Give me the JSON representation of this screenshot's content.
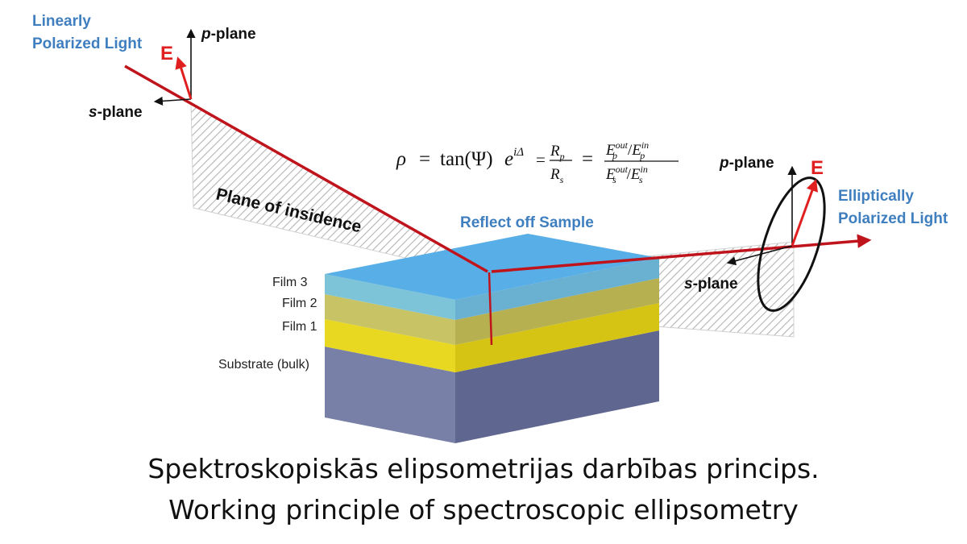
{
  "labels": {
    "linear_line1": "Linearly",
    "linear_line2": "Polarized Light",
    "e_field": "E",
    "p_plane_prefix": "p",
    "p_plane_suffix": "-plane",
    "s_plane_prefix": "s",
    "s_plane_suffix": "-plane",
    "plane_of_incidence": "Plane of insidence",
    "reflect": "Reflect off Sample",
    "elliptic_line1": "Elliptically",
    "elliptic_line2": "Polarized Light"
  },
  "formula": {
    "rho": "ρ",
    "eq": "=",
    "tan": "tan(Ψ)",
    "e": "e",
    "exp": "iΔ",
    "R": "R",
    "sub_p": "p",
    "sub_s": "s",
    "E": "E",
    "sup_out": "out",
    "sup_in": "in",
    "slash": "/"
  },
  "layers": {
    "film3": "Film 3",
    "film2": "Film 2",
    "film1": "Film 1",
    "substrate": "Substrate (bulk)"
  },
  "caption": {
    "latvian": "Spektroskopiskās elipsometrijas darbības princips.",
    "english": "Working principle of spectroscopic ellipsometry"
  },
  "colors": {
    "beam": "#c0141c",
    "label_blue": "#3f7fbf",
    "film3": "#5aaee0",
    "film2": "#c8c060",
    "film1": "#e8d820",
    "substrate": "#7078a0"
  }
}
